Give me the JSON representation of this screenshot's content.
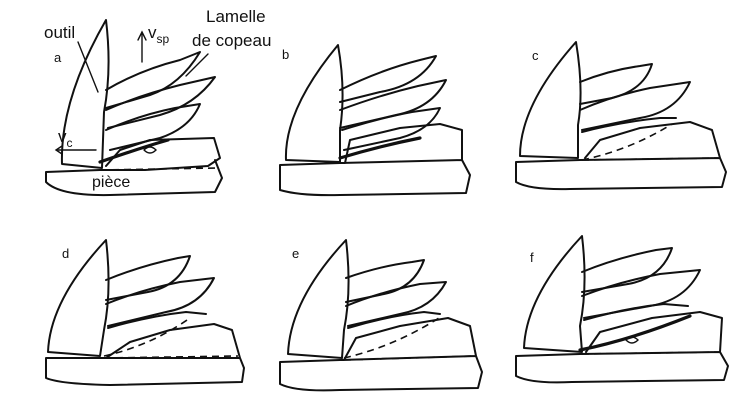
{
  "labels": {
    "tool": "outil",
    "velocity_chip": "v",
    "velocity_chip_sub": "sp",
    "chip_lamella_1": "Lamelle",
    "chip_lamella_2": "de copeau",
    "velocity_cut": "v",
    "velocity_cut_sub": "c",
    "workpiece": "pièce"
  },
  "panels": [
    {
      "id": "a",
      "label": "a"
    },
    {
      "id": "b",
      "label": "b"
    },
    {
      "id": "c",
      "label": "c"
    },
    {
      "id": "d",
      "label": "d"
    },
    {
      "id": "e",
      "label": "e"
    },
    {
      "id": "f",
      "label": "f"
    }
  ],
  "colors": {
    "ink": "#111111",
    "background": "#ffffff"
  }
}
